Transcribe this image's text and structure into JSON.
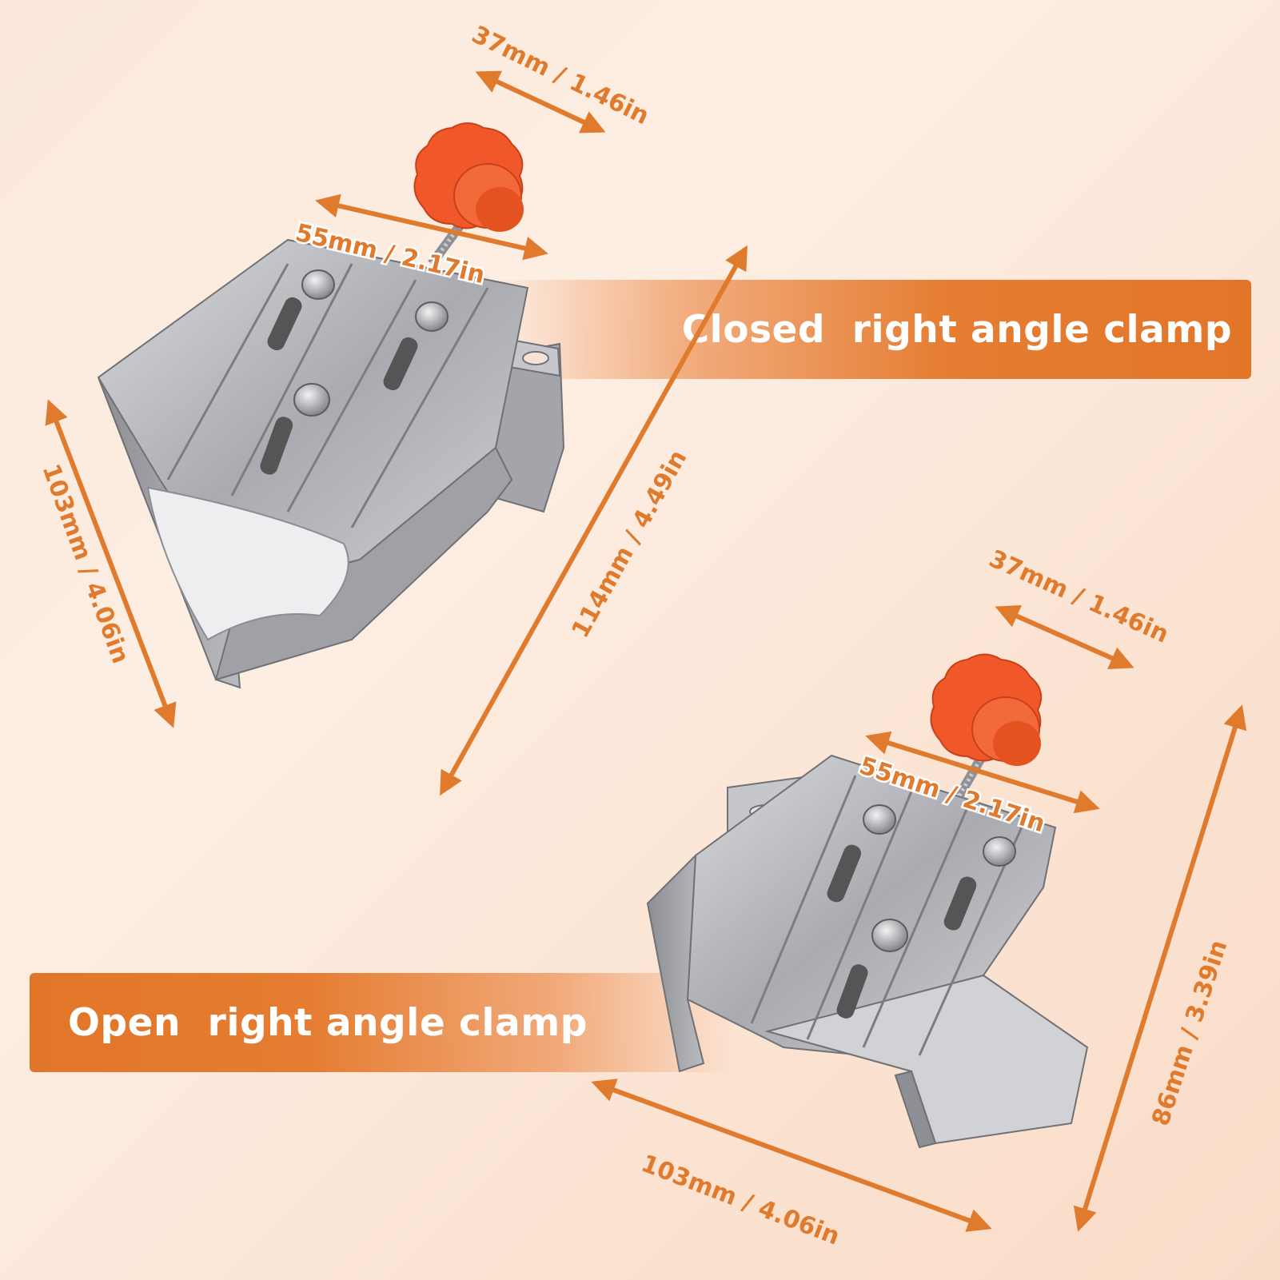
{
  "colors": {
    "accent": "#e27628",
    "knob": "#f0582a",
    "metal": "#b4b6ba",
    "background": "#fbe8da"
  },
  "closed_clamp": {
    "title": "Closed  right angle clamp",
    "dims": {
      "width_top": "37mm / 1.46in",
      "width_knob": "55mm / 2.17in",
      "height_left": "103mm / 4.06in",
      "height_diag": "114mm / 4.49in"
    }
  },
  "open_clamp": {
    "title": "Open  right angle clamp",
    "dims": {
      "width_top": "37mm / 1.46in",
      "width_knob": "55mm / 2.17in",
      "length_bottom": "103mm / 4.06in",
      "height_right": "86mm / 3.39in"
    }
  }
}
